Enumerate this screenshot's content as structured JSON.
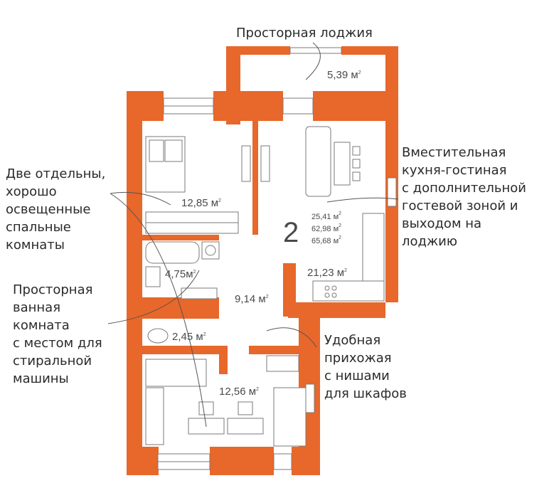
{
  "colors": {
    "wall": "#e8672a",
    "text": "#2a2a2a",
    "line": "#7a7a7a"
  },
  "callouts": {
    "loggia": [
      "Просторная лоджия"
    ],
    "bedrooms": [
      "Две отдельны,",
      "хорошо",
      "освещенные",
      "спальные",
      "комнаты"
    ],
    "bathroom": [
      "Просторная",
      "ванная",
      "комната",
      "с местом для",
      "стиральной",
      "машины"
    ],
    "kitchen": [
      "Вместительная",
      "кухня-гостиная",
      "с дополнительной",
      "гостевой зоной и",
      "выходом на",
      "лоджию"
    ],
    "hall": [
      "Удобная",
      "прихожая",
      "с нишами",
      "для шкафов"
    ]
  },
  "rooms_count": "2",
  "totals": {
    "living": "25,41 м",
    "total": "62,98 м",
    "total_with_loggia": "65,68 м"
  },
  "areas": {
    "loggia": "5,39 м",
    "bedroom_top": "12,85 м",
    "bathroom": "4,75м",
    "hall": "9,14 м",
    "kitchen": "21,23 м",
    "wc": "2,45 м",
    "bedroom_bottom": "12,56 м"
  },
  "unit_sup": "2"
}
